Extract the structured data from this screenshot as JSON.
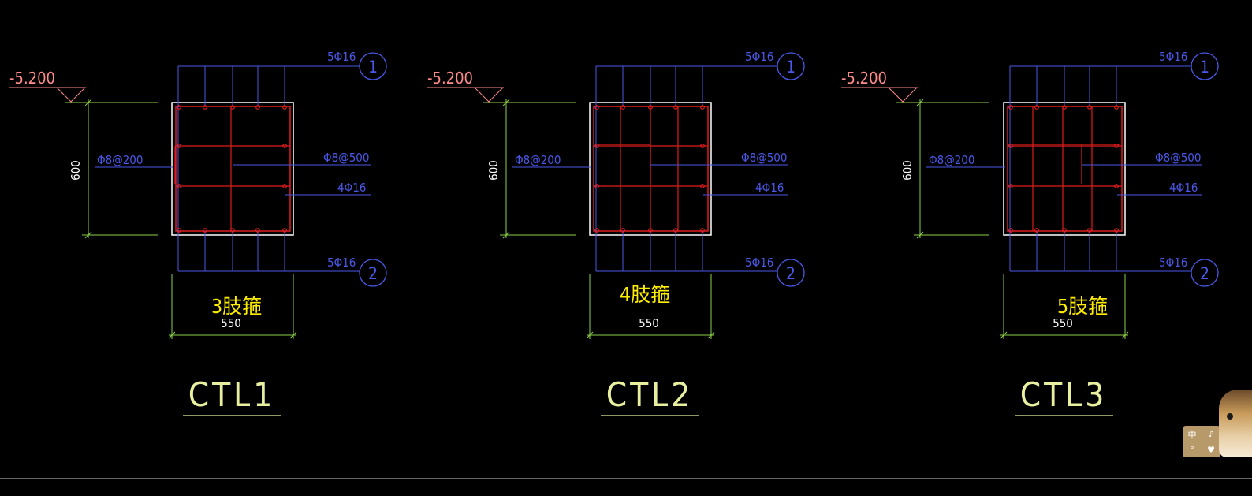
{
  "drawing": {
    "colors": {
      "background": "#000000",
      "section_outline": "#ffffff",
      "rebar": "#e01c1c",
      "leader": "#4a58e8",
      "dimension": "#8ad04a",
      "level": "#ff8a8a",
      "highlight_text": "#ffee00",
      "title": "#e8f0a0"
    },
    "sections": [
      {
        "id": "ctl1",
        "level_label": "-5.200",
        "top_bar_label": "5Φ16",
        "top_axis": "1",
        "bottom_bar_label": "5Φ16",
        "bottom_axis": "2",
        "stirrup_label": "Φ8@200",
        "tie_label": "Φ8@500",
        "side_bar_label": "4Φ16",
        "height_dim": "600",
        "width_dim": "550",
        "stirrup_legs": "3肢箍",
        "title": "CTL1"
      },
      {
        "id": "ctl2",
        "level_label": "-5.200",
        "top_bar_label": "5Φ16",
        "top_axis": "1",
        "bottom_bar_label": "5Φ16",
        "bottom_axis": "2",
        "stirrup_label": "Φ8@200",
        "tie_label": "Φ8@500",
        "side_bar_label": "4Φ16",
        "height_dim": "600",
        "width_dim": "550",
        "stirrup_legs": "4肢箍",
        "title": "CTL2"
      },
      {
        "id": "ctl3",
        "level_label": "-5.200",
        "top_bar_label": "5Φ16",
        "top_axis": "1",
        "bottom_bar_label": "5Φ16",
        "bottom_axis": "2",
        "stirrup_label": "Φ8@200",
        "tie_label": "Φ8@500",
        "side_bar_label": "4Φ16",
        "height_dim": "600",
        "width_dim": "550",
        "stirrup_legs": "5肢箍",
        "title": "CTL3"
      }
    ]
  },
  "overlay": {
    "ime_widget": {
      "chars": [
        "中",
        "♪",
        "°",
        "♥"
      ]
    }
  }
}
